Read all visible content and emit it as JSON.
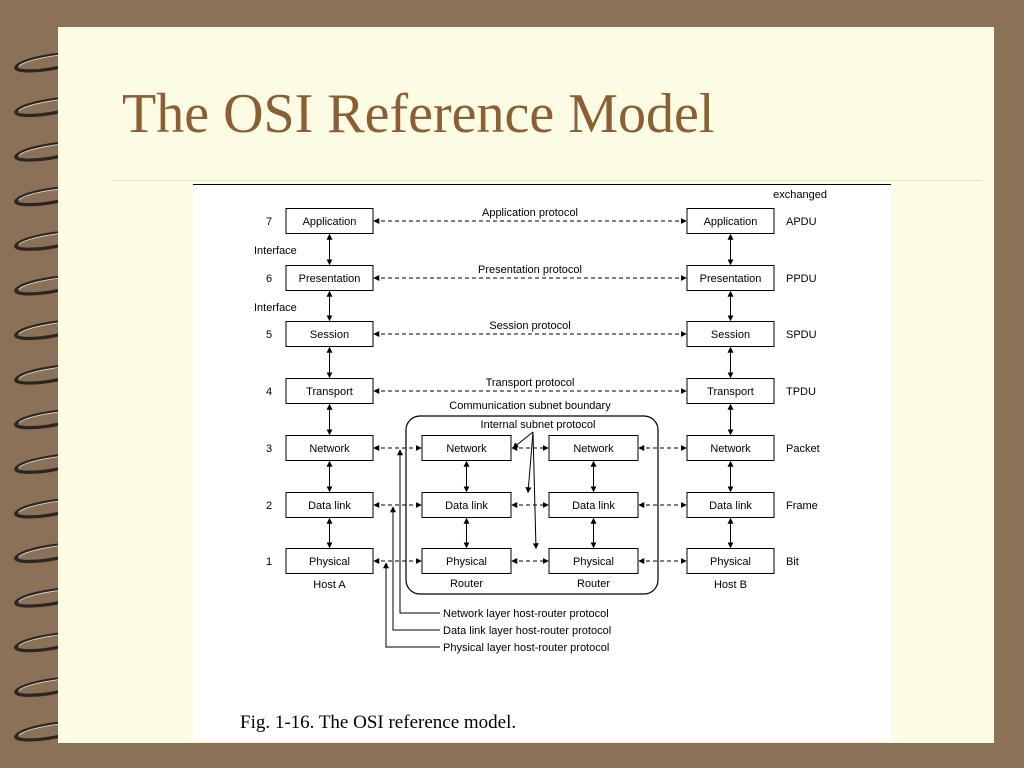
{
  "slide": {
    "title": "The OSI Reference Model",
    "caption": "Fig. 1-16. The OSI reference model."
  },
  "colors": {
    "background": "#8b7158",
    "page": "#fcfbe3",
    "title": "#8b5e34"
  },
  "diagram": {
    "header": "exchanged",
    "hosts": {
      "a": "Host A",
      "b": "Host B"
    },
    "router_label": "Router",
    "layers": [
      {
        "number": "7",
        "name": "Application",
        "protocol": "Application protocol",
        "unit": "APDU"
      },
      {
        "number": "6",
        "name": "Presentation",
        "protocol": "Presentation protocol",
        "unit": "PPDU"
      },
      {
        "number": "5",
        "name": "Session",
        "protocol": "Session protocol",
        "unit": "SPDU"
      },
      {
        "number": "4",
        "name": "Transport",
        "protocol": "Transport protocol",
        "unit": "TPDU"
      },
      {
        "number": "3",
        "name": "Network",
        "unit": "Packet"
      },
      {
        "number": "2",
        "name": "Data link",
        "unit": "Frame"
      },
      {
        "number": "1",
        "name": "Physical",
        "unit": "Bit"
      }
    ],
    "interface_label": "Interface",
    "subnet_boundary": "Communication subnet boundary",
    "internal_protocol": "Internal subnet protocol",
    "host_router_protocols": [
      "Network layer host-router protocol",
      "Data link layer host-router protocol",
      "Physical layer host-router protocol"
    ]
  }
}
